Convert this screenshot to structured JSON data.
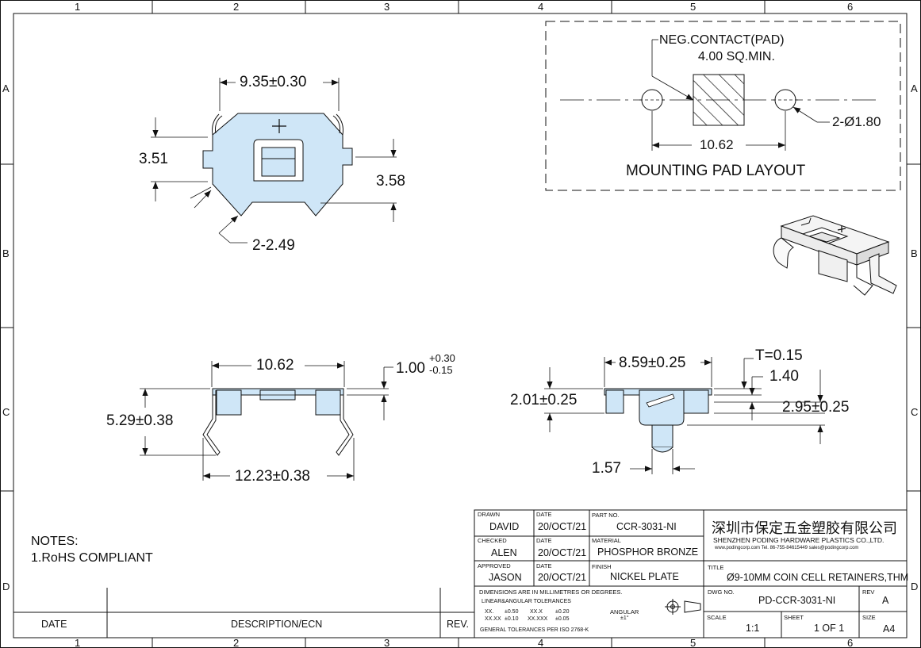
{
  "border": {
    "cols_top": [
      "1",
      "2",
      "3",
      "4",
      "5",
      "6"
    ],
    "cols_bottom": [
      "1",
      "2",
      "3",
      "4",
      "5",
      "6"
    ],
    "rows_left": [
      "A",
      "B",
      "C",
      "D"
    ],
    "rows_right": [
      "A",
      "B",
      "C",
      "D"
    ]
  },
  "top_view": {
    "dim_width": "9.35±0.30",
    "dim_left": "3.51",
    "dim_right": "3.58",
    "dim_chamfer": "2-2.49",
    "plus_mark": "+"
  },
  "pad_layout": {
    "title": "MOUNTING PAD LAYOUT",
    "neg_contact": "NEG.CONTACT(PAD)",
    "neg_contact_size": "4.00 SQ.MIN.",
    "holes": "2-Ø1.80",
    "spacing": "10.62"
  },
  "front_view": {
    "dim_top": "10.62",
    "dim_thk": "1.00",
    "dim_thk_plus": "+0.30",
    "dim_thk_minus": "-0.15",
    "dim_height": "5.29±0.38",
    "dim_bottom": "12.23±0.38"
  },
  "side_view": {
    "dim_width": "8.59±0.25",
    "dim_t": "T=0.15",
    "dim_140": "1.40",
    "dim_left": "2.01±0.25",
    "dim_right": "2.95±0.25",
    "dim_bottom": "1.57"
  },
  "notes": {
    "heading": "NOTES:",
    "line1": "1.RoHS COMPLIANT"
  },
  "revision_table": {
    "date_header": "DATE",
    "desc_header": "DESCRIPTION/ECN",
    "rev_header": "REV."
  },
  "title_block": {
    "drawn_lbl": "DRAWN",
    "drawn": "DAVID",
    "date_lbl": "DATE",
    "date1": "20/OCT/21",
    "partno_lbl": "PART NO.",
    "partno": "CCR-3031-NI",
    "checked_lbl": "CHECKED",
    "checked": "ALEN",
    "date2": "20/OCT/21",
    "material_lbl": "MATERIAL",
    "material": "PHOSPHOR BRONZE",
    "approved_lbl": "APPROVED",
    "approved": "JASON",
    "date3": "20/OCT/21",
    "finish_lbl": "FINISH",
    "finish": "NICKEL PLATE",
    "dims_note": "DIMENSIONS ARE IN MILLIMETRES OR DEGREES.",
    "tol_heading": "LINEAR&ANGULAR TOLERANCES",
    "tol_a1": "XX.",
    "tol_a2": "±0.50",
    "tol_a3": "XX.X",
    "tol_a4": "±0.20",
    "tol_b1": "XX.XX",
    "tol_b2": "±0.10",
    "tol_b3": "XX.XXX",
    "tol_b4": "±0.05",
    "angular_lbl": "ANGULAR",
    "angular_val": "±1°",
    "general_tol": "GENERAL TOLERANCES PER ISO 2768-K",
    "company_cn": "深圳市保定五金塑胶有限公司",
    "company_en": "SHENZHEN PODING HARDWARE PLASTICS CO.,LTD.",
    "company_contact": "www.podingcorp.com   Tel. 86-755-84615449   sales@podingcorp.com",
    "title_lbl": "TITLE",
    "title": "Ø9-10MM COIN CELL RETAINERS,THM",
    "dwgno_lbl": "DWG NO.",
    "dwgno": "PD-CCR-3031-NI",
    "rev_lbl": "REV",
    "rev": "A",
    "scale_lbl": "SCALE",
    "scale": "1:1",
    "sheet_lbl": "SHEET",
    "sheet": "1 OF 1",
    "size_lbl": "SIZE",
    "size": "A4"
  },
  "colors": {
    "part_fill": "#cfe6f7",
    "part_edge": "#1a1a1a"
  }
}
